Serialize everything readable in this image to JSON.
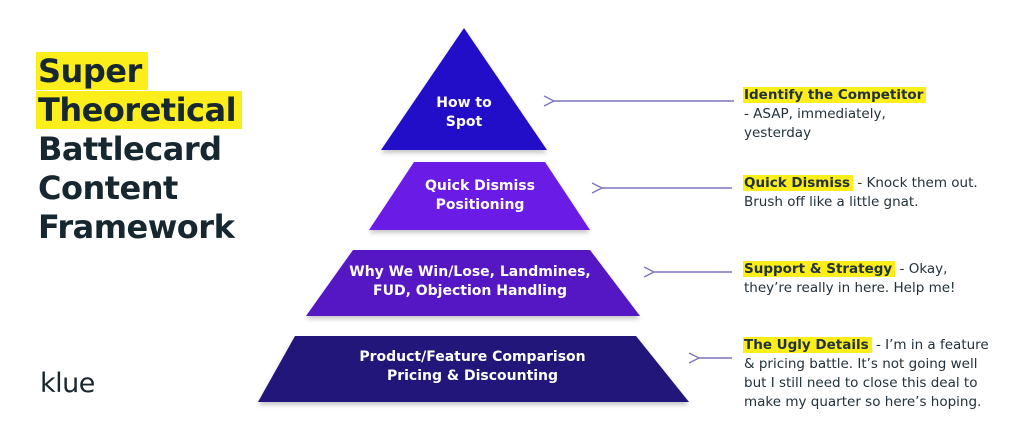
{
  "title": {
    "highlighted_lines": [
      "Super",
      "Theoretical"
    ],
    "lines": [
      "Battlecard",
      "Content",
      "Framework"
    ]
  },
  "logo": "klue",
  "colors": {
    "highlight": "#fbee1a",
    "text_dark": "#16272f",
    "tier_1": "#2211c8",
    "tier_2": "#6a1fe6",
    "tier_3": "#5412c4",
    "tier_4": "#21127a",
    "arrow": "#7a72c0"
  },
  "tiers": [
    {
      "lines": [
        "How to",
        "Spot"
      ]
    },
    {
      "lines": [
        "Quick Dismiss",
        "Positioning"
      ]
    },
    {
      "lines": [
        "Why We Win/Lose, Landmines,",
        "FUD, Objection Handling"
      ]
    },
    {
      "lines": [
        "Product/Feature Comparison",
        "Pricing & Discounting"
      ]
    }
  ],
  "notes": [
    {
      "key": "Identify the Competitor",
      "text": " - ASAP, immediately, yesterday"
    },
    {
      "key": "Quick Dismiss",
      "text": " - Knock them out. Brush off like a little gnat."
    },
    {
      "key": "Support & Strategy",
      "text": " - Okay, they’re really in here. Help me!"
    },
    {
      "key": "The Ugly Details",
      "text": " - I’m in a feature & pricing battle. It’s not going well but I still need to close this deal to make my quarter so here’s hoping."
    }
  ]
}
